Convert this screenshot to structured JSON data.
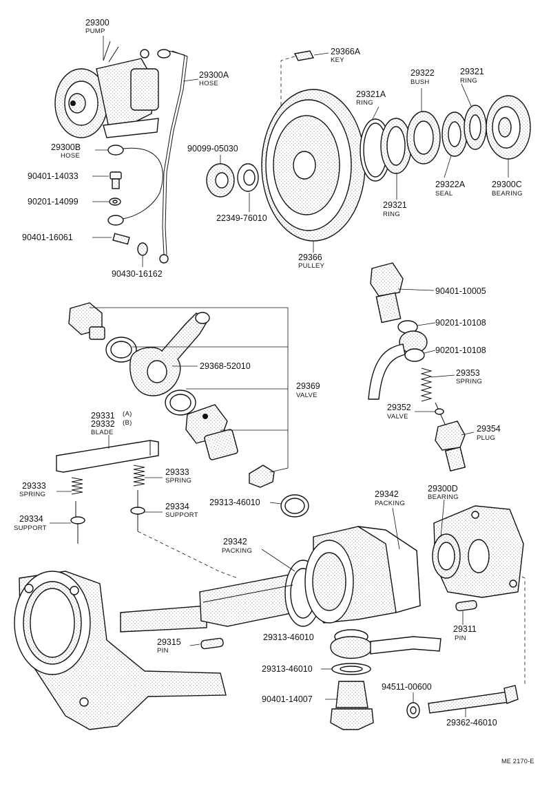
{
  "labels": {
    "l29300": {
      "num": "29300",
      "name": "PUMP"
    },
    "l29300A": {
      "num": "29300A",
      "name": "HOSE"
    },
    "l29300B": {
      "num": "29300B",
      "name": "HOSE"
    },
    "l90401_14033": {
      "num": "90401-14033"
    },
    "l90201_14099": {
      "num": "90201-14099"
    },
    "l90401_16061": {
      "num": "90401-16061"
    },
    "l90430_16162": {
      "num": "90430-16162"
    },
    "l29366A": {
      "num": "29366A",
      "name": "KEY"
    },
    "l90099_05030": {
      "num": "90099-05030"
    },
    "l22349_76010": {
      "num": "22349-76010"
    },
    "l29366": {
      "num": "29366",
      "name": "PULLEY"
    },
    "l29321A": {
      "num": "29321A",
      "name": "RING"
    },
    "l29322": {
      "num": "29322",
      "name": "BUSH"
    },
    "l29321a": {
      "num": "29321",
      "name": "RING"
    },
    "l29321b": {
      "num": "29321",
      "name": "RING"
    },
    "l29322A": {
      "num": "29322A",
      "name": "SEAL"
    },
    "l29300C": {
      "num": "29300C",
      "name": "BEARING"
    },
    "l90401_10005": {
      "num": "90401-10005"
    },
    "l90201_10108a": {
      "num": "90201-10108"
    },
    "l90201_10108b": {
      "num": "90201-10108"
    },
    "l29353": {
      "num": "29353",
      "name": "SPRING"
    },
    "l29352": {
      "num": "29352",
      "name": "VALVE"
    },
    "l29354": {
      "num": "29354",
      "name": "PLUG"
    },
    "l29368_52010": {
      "num": "29368-52010"
    },
    "l29369": {
      "num": "29369",
      "name": "VALVE"
    },
    "l29331": {
      "num": "29331",
      "sub": "(A)"
    },
    "l29332": {
      "num": "29332",
      "sub": "(B)",
      "name": "BLADE"
    },
    "l29333a": {
      "num": "29333",
      "name": "SPRING"
    },
    "l29333b": {
      "num": "29333",
      "name": "SPRING"
    },
    "l29334a": {
      "num": "29334",
      "name": "SUPPORT"
    },
    "l29334b": {
      "num": "29334",
      "name": "SUPPORT"
    },
    "l29313_46010a": {
      "num": "29313-46010"
    },
    "l29342a": {
      "num": "29342",
      "name": "PACKING"
    },
    "l29342b": {
      "num": "29342",
      "name": "PACKING"
    },
    "l29300D": {
      "num": "29300D",
      "name": "BEARING"
    },
    "l29315": {
      "num": "29315",
      "name": "PIN"
    },
    "l29311": {
      "num": "29311",
      "name": "PIN"
    },
    "l29313_46010b": {
      "num": "29313-46010"
    },
    "l29313_46010c": {
      "num": "29313-46010"
    },
    "l90401_14007": {
      "num": "90401-14007"
    },
    "l94511_00600": {
      "num": "94511-00600"
    },
    "l29362_46010": {
      "num": "29362-46010"
    }
  },
  "footer": {
    "code": "ME 2170-E"
  }
}
